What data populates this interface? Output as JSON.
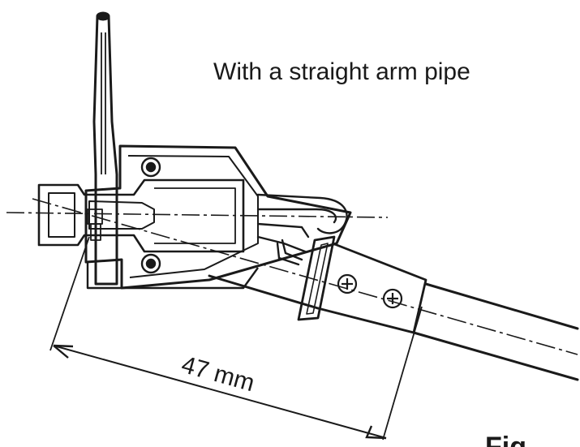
{
  "caption": "With a straight arm pipe",
  "dimension_label": "47 mm",
  "figure_label": "Fig"
}
